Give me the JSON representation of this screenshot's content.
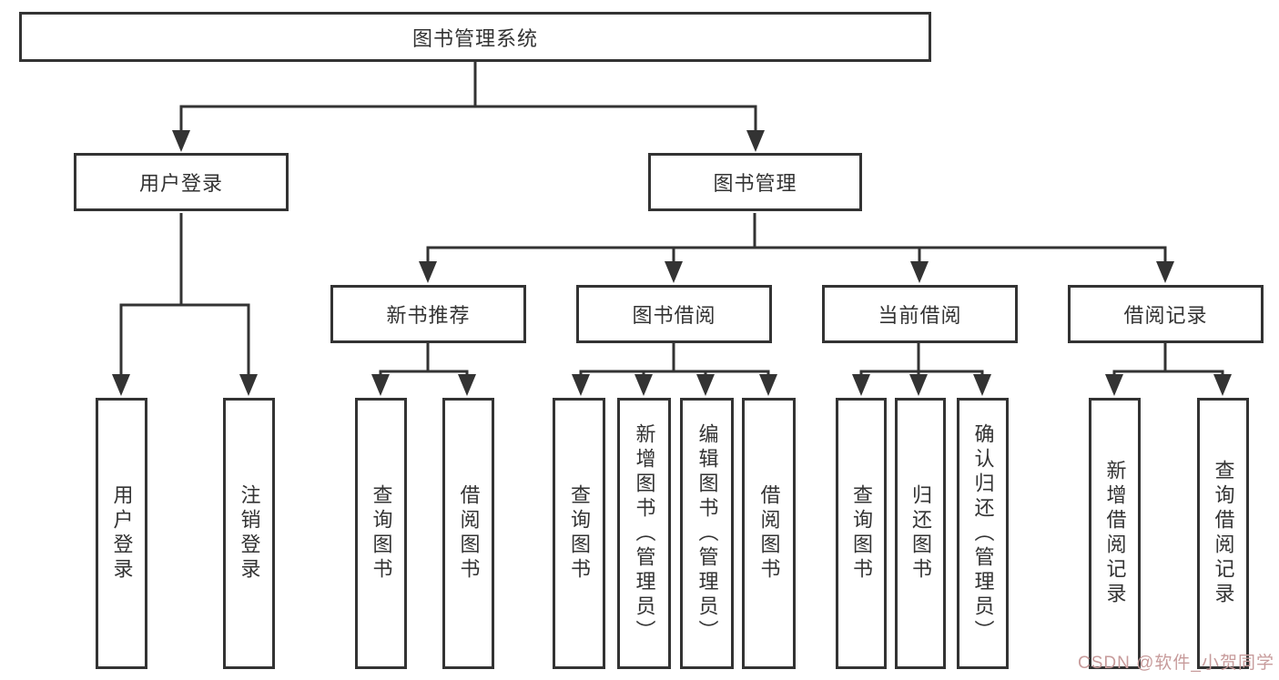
{
  "tree": {
    "label": "图书管理系统",
    "children": [
      {
        "label": "用户登录",
        "children": [
          {
            "label": "用户登录"
          },
          {
            "label": "注销登录"
          }
        ]
      },
      {
        "label": "图书管理",
        "children": [
          {
            "label": "新书推荐",
            "children": [
              {
                "label": "查询图书"
              },
              {
                "label": "借阅图书"
              }
            ]
          },
          {
            "label": "图书借阅",
            "children": [
              {
                "label": "查询图书"
              },
              {
                "label": "新增图书（管理员）"
              },
              {
                "label": "编辑图书（管理员）"
              },
              {
                "label": "借阅图书"
              }
            ]
          },
          {
            "label": "当前借阅",
            "children": [
              {
                "label": "查询图书"
              },
              {
                "label": "归还图书"
              },
              {
                "label": "确认归还（管理员）"
              }
            ]
          },
          {
            "label": "借阅记录",
            "children": [
              {
                "label": "新增借阅记录"
              },
              {
                "label": "查询借阅记录"
              }
            ]
          }
        ]
      }
    ]
  },
  "watermark": "CSDN @软件_小贺同学",
  "colors": {
    "line": "#333333",
    "text": "#333333",
    "watermark": "#c79b9b",
    "background": "#ffffff"
  }
}
